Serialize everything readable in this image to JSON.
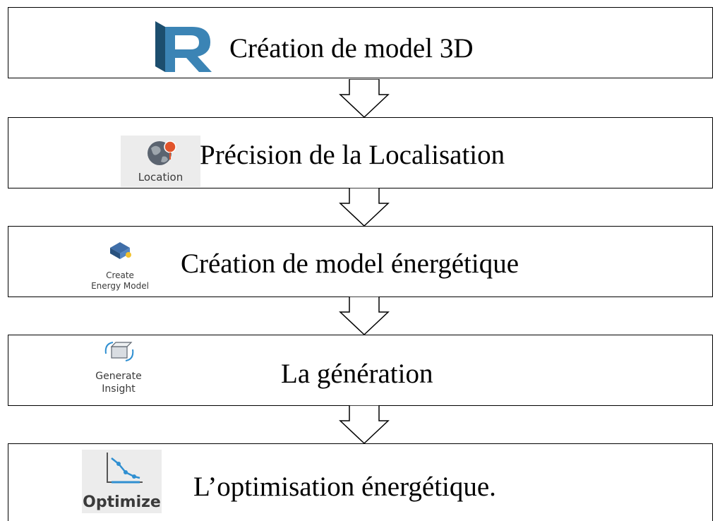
{
  "steps": [
    {
      "label": "Création de model 3D",
      "icon": "revit-logo-icon",
      "icon_caption": ""
    },
    {
      "label": "Précision de la Localisation",
      "icon": "location-globe-icon",
      "icon_caption": "Location"
    },
    {
      "label": "Création de model énergétique",
      "icon": "create-energy-model-icon",
      "icon_caption_line1": "Create",
      "icon_caption_line2": "Energy Model"
    },
    {
      "label": "La génération",
      "icon": "generate-insight-icon",
      "icon_caption_line1": "Generate",
      "icon_caption_line2": "Insight"
    },
    {
      "label": "L’optimisation énergétique.",
      "icon": "optimize-icon",
      "icon_caption": "Optimize"
    }
  ],
  "colors": {
    "border": "#000000",
    "revit_blue": "#2f6f9a",
    "icon_grey": "#ececec"
  }
}
